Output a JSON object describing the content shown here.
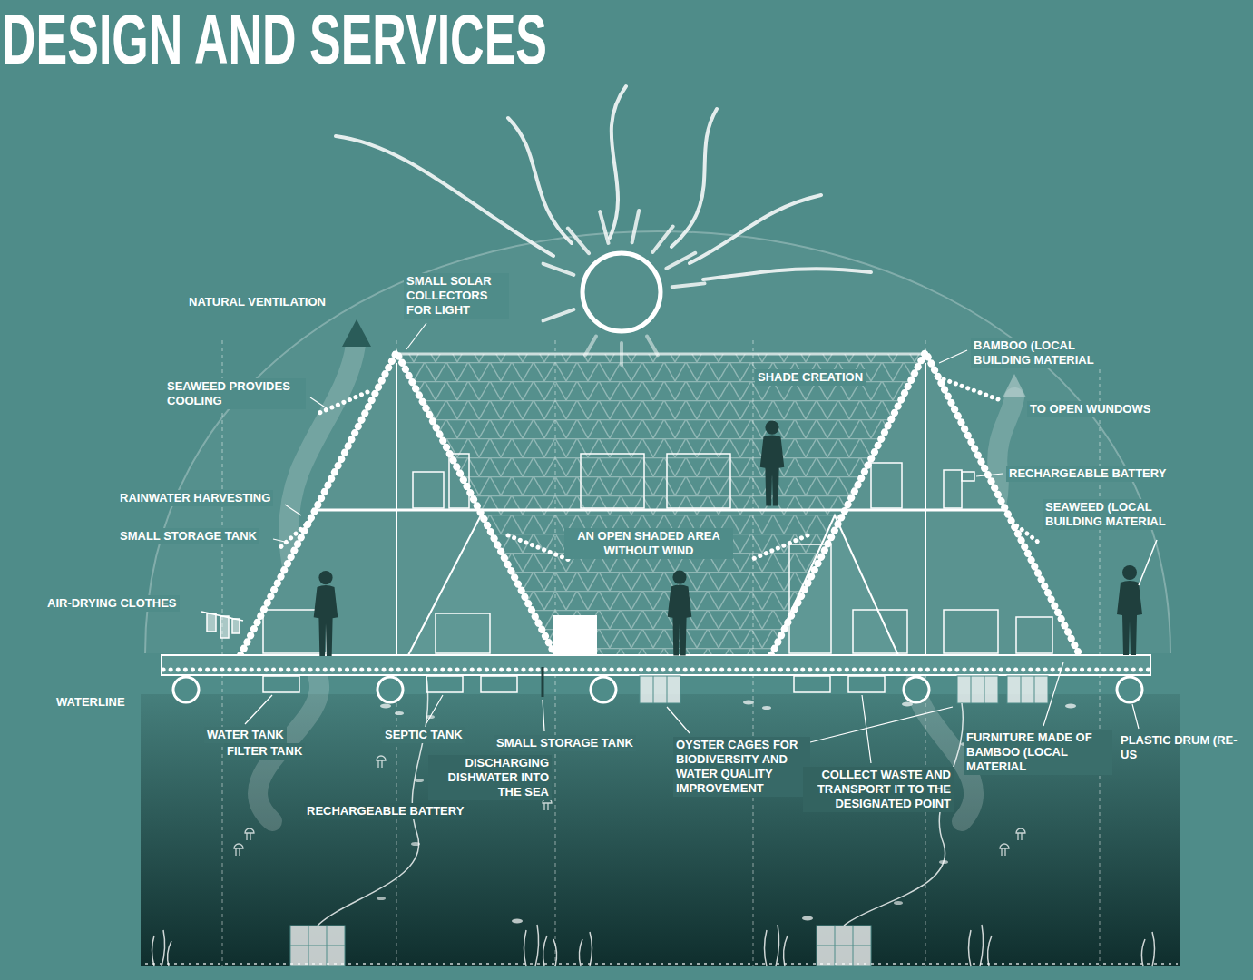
{
  "diagram": {
    "title": "DESIGN AND SERVICES",
    "labels": [
      "NATURAL VENTILATION",
      "SMALL SOLAR COLLECTORS FOR LIGHT",
      "SEAWEED PROVIDES COOLING",
      "RAINWATER HARVESTING",
      "SMALL STORAGE TANK",
      "AIR-DRYING CLOTHES",
      "WATERLINE",
      "WATER TANK",
      "FILTER TANK",
      "SEPTIC TANK",
      "SMALL STORAGE TANK",
      "DISCHARGING DISHWATER INTO THE SEA",
      "RECHARGEABLE BATTERY",
      "AN OPEN SHADED AREA WITHOUT WIND",
      "SHADE CREATION",
      "BAMBOO (LOCAL BUILDING MATERIAL",
      "TO OPEN WUNDOWS",
      "RECHARGEABLE BATTERY",
      "SEAWEED (LOCAL BUILDING MATERIAL",
      "OYSTER CAGES FOR BIODIVERSITY AND WATER QUALITY IMPROVEMENT",
      "COLLECT WASTE AND TRANSPORT IT TO THE DESIGNATED POINT",
      "FURNITURE MADE OF BAMBOO (LOCAL MATERIAL",
      "PLASTIC DRUM (RE-US"
    ]
  }
}
